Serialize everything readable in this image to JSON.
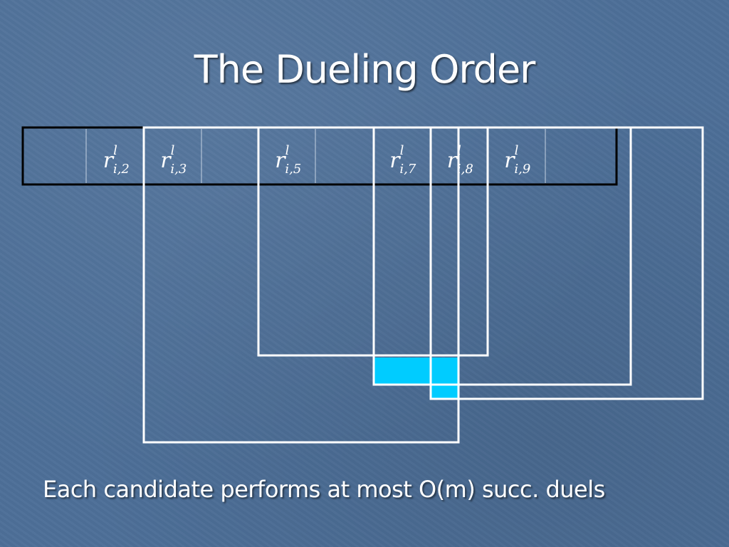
{
  "slide": {
    "title": "The Dueling Order",
    "caption": "Each candidate performs at most O(m) succ. duels"
  },
  "diagram": {
    "cells": [
      {
        "index": 1,
        "base": "",
        "superscript": "",
        "subscript": ""
      },
      {
        "index": 2,
        "base": "r",
        "superscript": "l",
        "subscript": "i,2"
      },
      {
        "index": 3,
        "base": "r",
        "superscript": "l",
        "subscript": "i,3"
      },
      {
        "index": 4,
        "base": "",
        "superscript": "",
        "subscript": ""
      },
      {
        "index": 5,
        "base": "r",
        "superscript": "l",
        "subscript": "i,5"
      },
      {
        "index": 6,
        "base": "",
        "superscript": "",
        "subscript": ""
      },
      {
        "index": 7,
        "base": "r",
        "superscript": "l",
        "subscript": "i,7"
      },
      {
        "index": 8,
        "base": "r",
        "superscript": "l",
        "subscript": "i,8"
      },
      {
        "index": 9,
        "base": "r",
        "superscript": "l",
        "subscript": "i,9"
      },
      {
        "index": 10,
        "base": "",
        "superscript": "",
        "subscript": ""
      }
    ],
    "colors": {
      "background": "#4d6f98",
      "array_border": "#000000",
      "window_outline": "#ffffff",
      "highlight": "#00ccff",
      "text": "#ffffff"
    }
  }
}
